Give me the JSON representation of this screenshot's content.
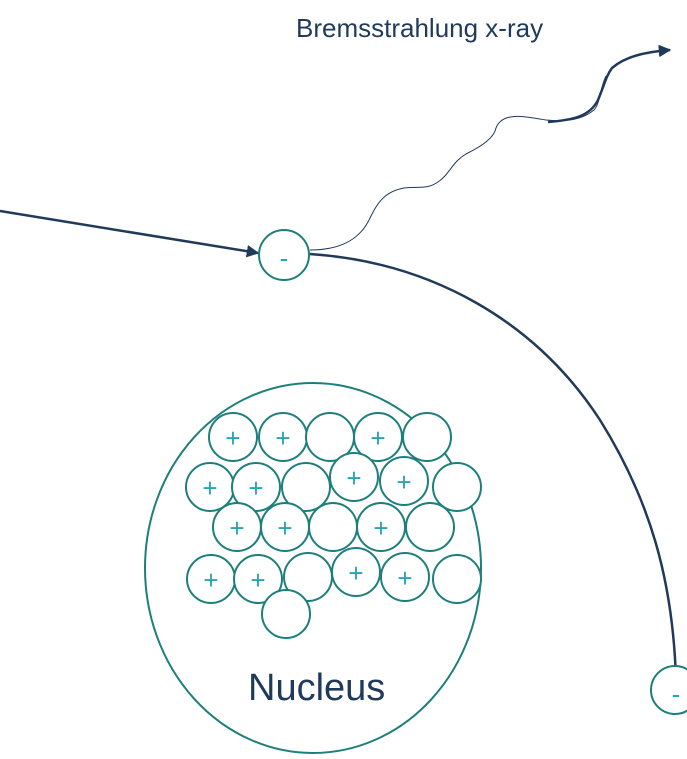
{
  "labels": {
    "xray": "Bremsstrahlung x-ray",
    "nucleus": "Nucleus"
  },
  "particles": {
    "electron_symbol": "-",
    "proton_symbol": "+"
  },
  "colors": {
    "particle_outline": "#1d7f7c",
    "charge_symbol": "#2aa6b0",
    "path_and_text": "#1f3a5a"
  },
  "nucleons": [
    {
      "type": "proton"
    },
    {
      "type": "proton"
    },
    {
      "type": "neutron"
    },
    {
      "type": "proton"
    },
    {
      "type": "neutron"
    },
    {
      "type": "proton"
    },
    {
      "type": "proton"
    },
    {
      "type": "neutron"
    },
    {
      "type": "proton"
    },
    {
      "type": "proton"
    },
    {
      "type": "neutron"
    },
    {
      "type": "proton"
    },
    {
      "type": "proton"
    },
    {
      "type": "neutron"
    },
    {
      "type": "proton"
    },
    {
      "type": "neutron"
    },
    {
      "type": "proton"
    },
    {
      "type": "proton"
    },
    {
      "type": "neutron"
    },
    {
      "type": "proton"
    },
    {
      "type": "proton"
    },
    {
      "type": "neutron"
    },
    {
      "type": "neutron"
    }
  ]
}
